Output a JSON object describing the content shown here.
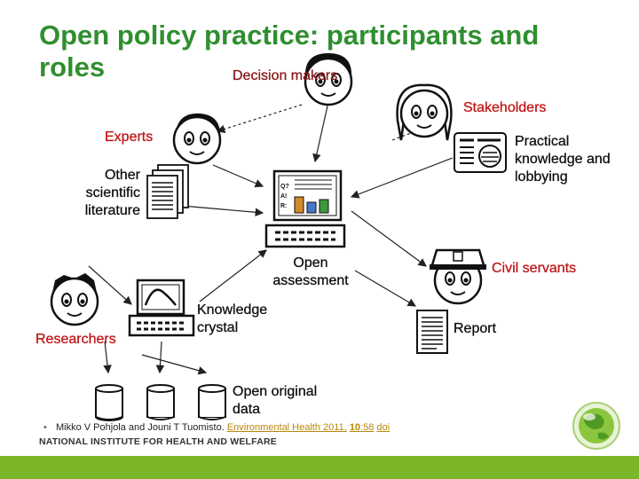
{
  "title": "Open policy practice: participants and roles",
  "actors": {
    "decision_makers": "Decision makers",
    "stakeholders": "Stakeholders",
    "experts": "Experts",
    "civil_servants": "Civil servants",
    "researchers": "Researchers"
  },
  "items": {
    "practical_knowledge": "Practical knowledge and lobbying",
    "other_literature": "Other scientific literature",
    "open_assessment": "Open assessment",
    "knowledge_crystal": "Knowledge crystal",
    "report": "Report",
    "open_original_data": "Open original data"
  },
  "screen_text": {
    "line1": "Q?",
    "line2": "A!",
    "line3": "R:"
  },
  "citation": {
    "bullet": "•",
    "authors": "Mikko V Pohjola and Jouni T Tuomisto.",
    "journal": "Environmental Health 2011,",
    "volume": "10",
    "pages": ":58",
    "doi": "doi"
  },
  "institution": "NATIONAL INSTITUTE FOR HEALTH AND WELFARE",
  "colors": {
    "title": "#2f8f2f",
    "actor_labels": "#c01818",
    "bottom_bar": "#7ab628",
    "link": "#b8860b"
  }
}
